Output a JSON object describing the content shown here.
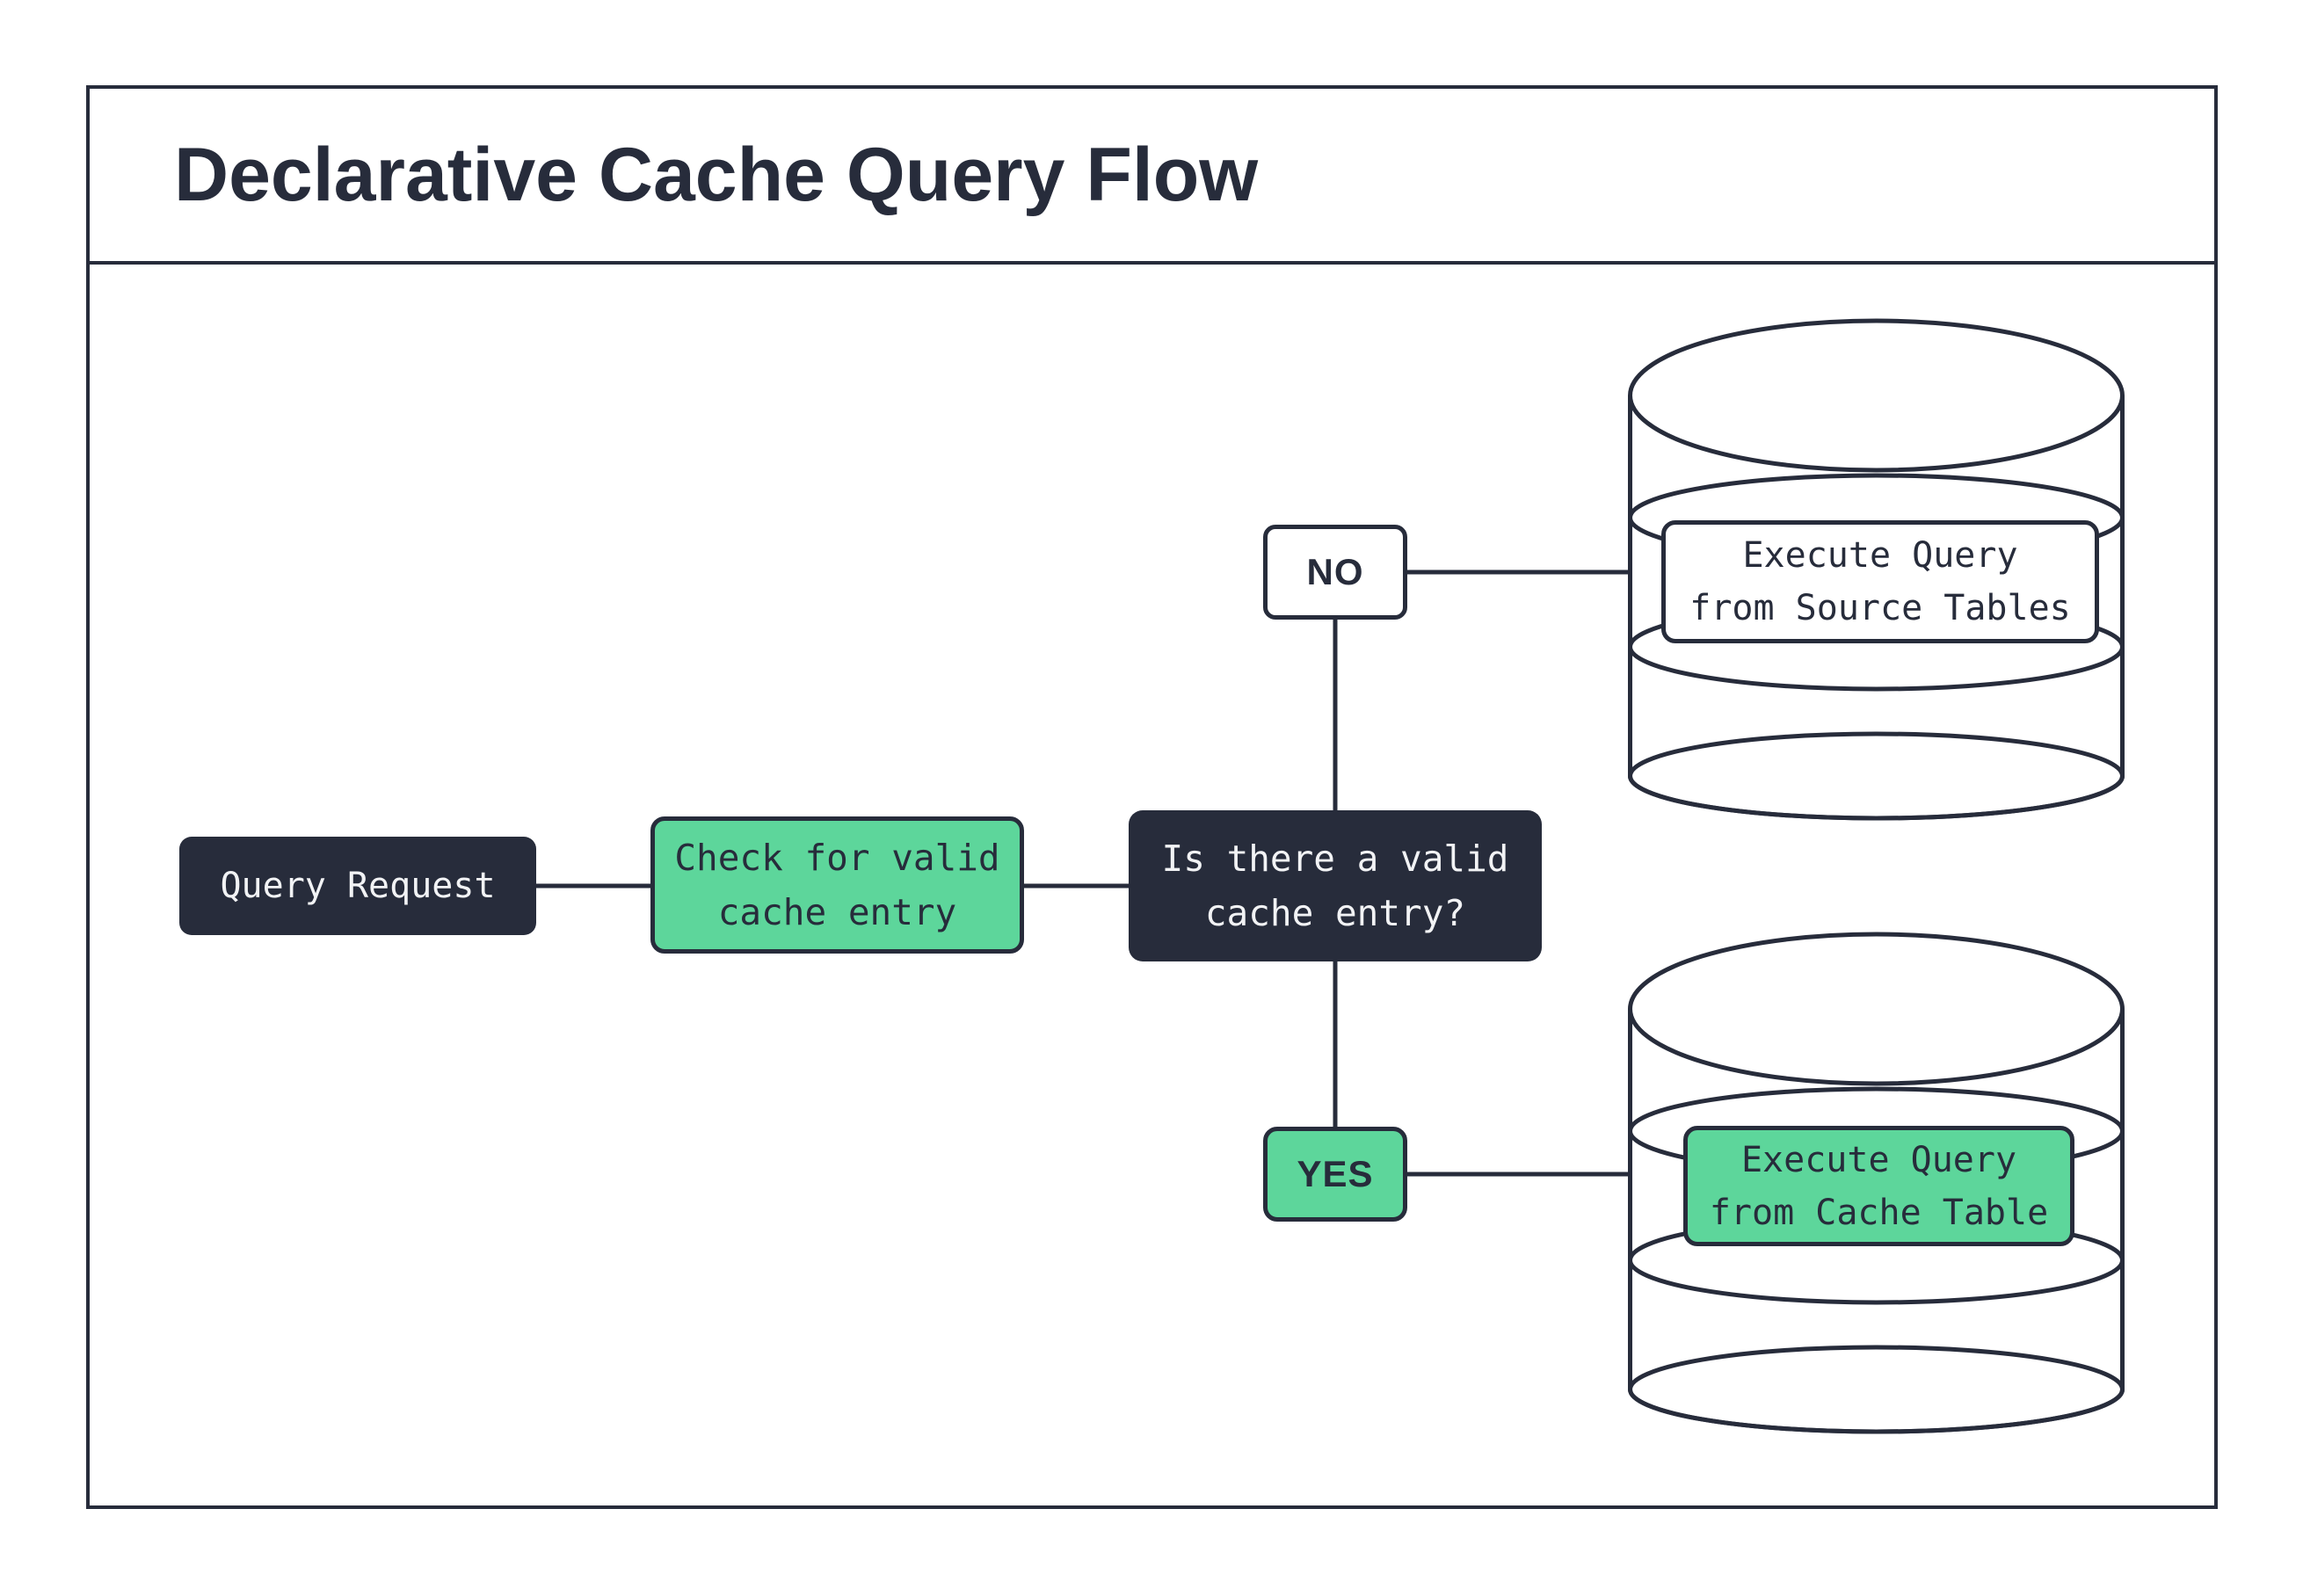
{
  "diagram": {
    "title": "Declarative Cache Query Flow",
    "colors": {
      "dark": "#272c3b",
      "green": "#5dd69b",
      "light_text": "#f2f3f5",
      "white": "#ffffff"
    },
    "nodes": {
      "query_request": {
        "label": "Query Request"
      },
      "check_cache": {
        "label": "Check for valid\ncache entry"
      },
      "decision": {
        "label": "Is there a valid\ncache entry?"
      },
      "branch_no": {
        "label": "NO"
      },
      "branch_yes": {
        "label": "YES"
      },
      "source_db": {
        "label": "Execute Query\nfrom Source Tables"
      },
      "cache_db": {
        "label": "Execute Query\nfrom Cache Table"
      }
    }
  }
}
